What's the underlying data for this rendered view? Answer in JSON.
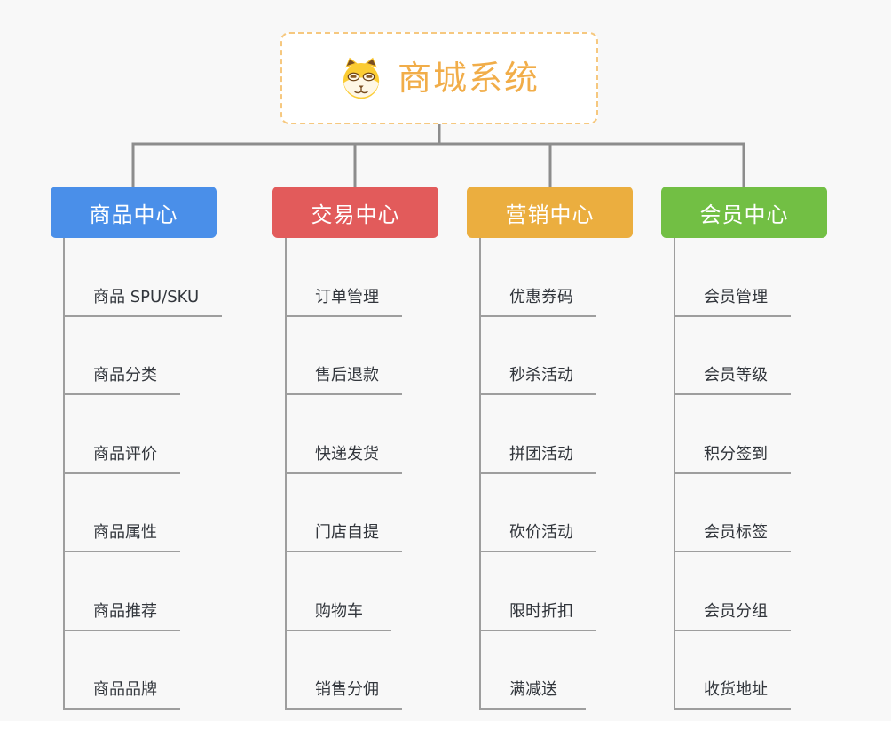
{
  "root": {
    "title": "商城系统",
    "icon": "shiba-dog-icon"
  },
  "branches": [
    {
      "label": "商品中心",
      "color": "#4A8FE9",
      "children": [
        "商品 SPU/SKU",
        "商品分类",
        "商品评价",
        "商品属性",
        "商品推荐",
        "商品品牌"
      ]
    },
    {
      "label": "交易中心",
      "color": "#E25B5B",
      "children": [
        "订单管理",
        "售后退款",
        "快递发货",
        "门店自提",
        "购物车",
        "销售分佣"
      ]
    },
    {
      "label": "营销中心",
      "color": "#EBAE3F",
      "children": [
        "优惠券码",
        "秒杀活动",
        "拼团活动",
        "砍价活动",
        "限时折扣",
        "满减送"
      ]
    },
    {
      "label": "会员中心",
      "color": "#72BF44",
      "children": [
        "会员管理",
        "会员等级",
        "积分签到",
        "会员标签",
        "会员分组",
        "收货地址"
      ]
    }
  ],
  "colors": {
    "background": "#F8F8F8",
    "connector": "#8D8D8D",
    "child_line": "#9E9E9E",
    "root_border": "#F6C87F",
    "root_text": "#F1AD49",
    "child_text": "#32363C"
  }
}
